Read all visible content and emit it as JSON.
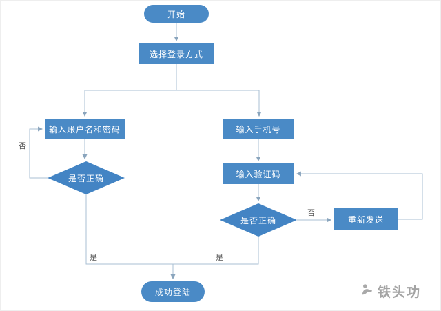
{
  "diagram": {
    "type": "flowchart",
    "nodes": {
      "start": "开始",
      "choose": "选择登录方式",
      "enter_account": "输入账户名和密码",
      "enter_phone": "输入手机号",
      "check_account": "是否正确",
      "enter_code": "输入验证码",
      "check_code": "是否正确",
      "resend": "重新发送",
      "success": "成功登陆"
    },
    "edges": [
      {
        "from": "start",
        "to": "choose",
        "label": ""
      },
      {
        "from": "choose",
        "to": "enter_account",
        "label": ""
      },
      {
        "from": "choose",
        "to": "enter_phone",
        "label": ""
      },
      {
        "from": "enter_account",
        "to": "check_account",
        "label": ""
      },
      {
        "from": "check_account",
        "to": "enter_account",
        "label": "否"
      },
      {
        "from": "check_account",
        "to": "success",
        "label": "是"
      },
      {
        "from": "enter_phone",
        "to": "enter_code",
        "label": ""
      },
      {
        "from": "enter_code",
        "to": "check_code",
        "label": ""
      },
      {
        "from": "check_code",
        "to": "resend",
        "label": "否"
      },
      {
        "from": "resend",
        "to": "enter_code",
        "label": ""
      },
      {
        "from": "check_code",
        "to": "success",
        "label": "是"
      }
    ],
    "colors": {
      "rect_fill": "#4a8ac6",
      "diamond_fill": "#4384c4",
      "node_text": "#ffffff",
      "line": "#a9bfd3",
      "arrowhead": "#8aa5bd"
    }
  },
  "watermark": {
    "text": "铁头功"
  }
}
